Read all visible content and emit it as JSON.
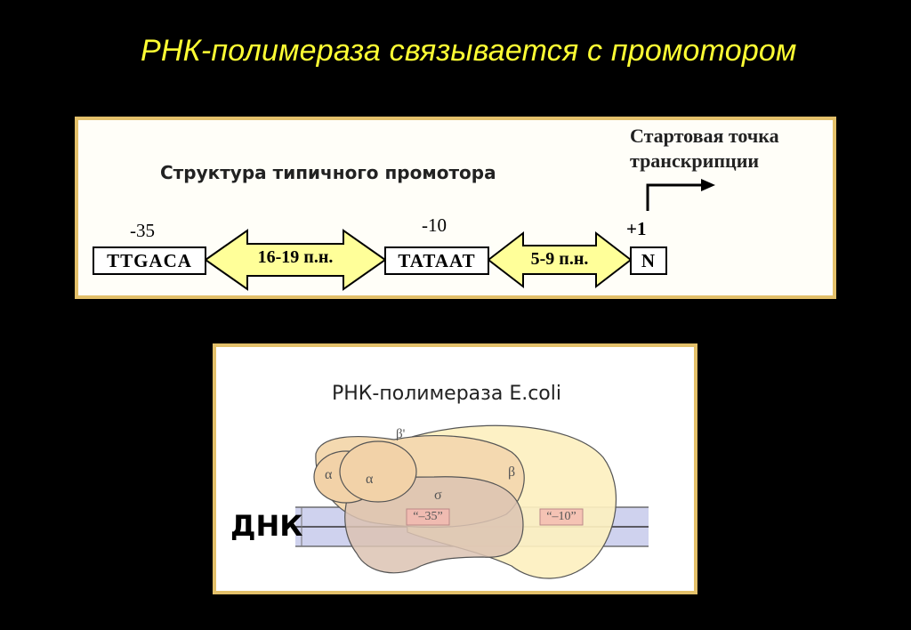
{
  "slide_title": "РНК-полимераза связывается с промотором",
  "promoter": {
    "heading": "Структура типичного промотора",
    "start_point_line1": "Стартовая точка",
    "start_point_line2": "транскрипции",
    "minus35_label": "-35",
    "minus35_seq": "TTGACA",
    "spacer1": "16-19 п.н.",
    "minus10_label": "-10",
    "minus10_seq": "TATAAT",
    "spacer2": "5-9 п.н.",
    "plus1_label": "+1",
    "start_nucleotide": "N",
    "colors": {
      "arrow_fill": "#ffff99",
      "panel_border": "#e3c06a"
    }
  },
  "polymerase": {
    "heading": "РНК-полимераза E.coli",
    "dna_label": "ДНК",
    "beta_prime": "β'",
    "alpha1": "α",
    "alpha2": "α",
    "sigma": "σ",
    "beta": "β",
    "box35": "“–35”",
    "box10": "“–10”",
    "colors": {
      "beta": "#fdf0c0",
      "beta_prime": "#f4d9b0",
      "alpha": "#f2d2a8",
      "sigma": "#dcc3b3",
      "dna": "#cfd2ee",
      "box": "#f4b8b0"
    }
  }
}
